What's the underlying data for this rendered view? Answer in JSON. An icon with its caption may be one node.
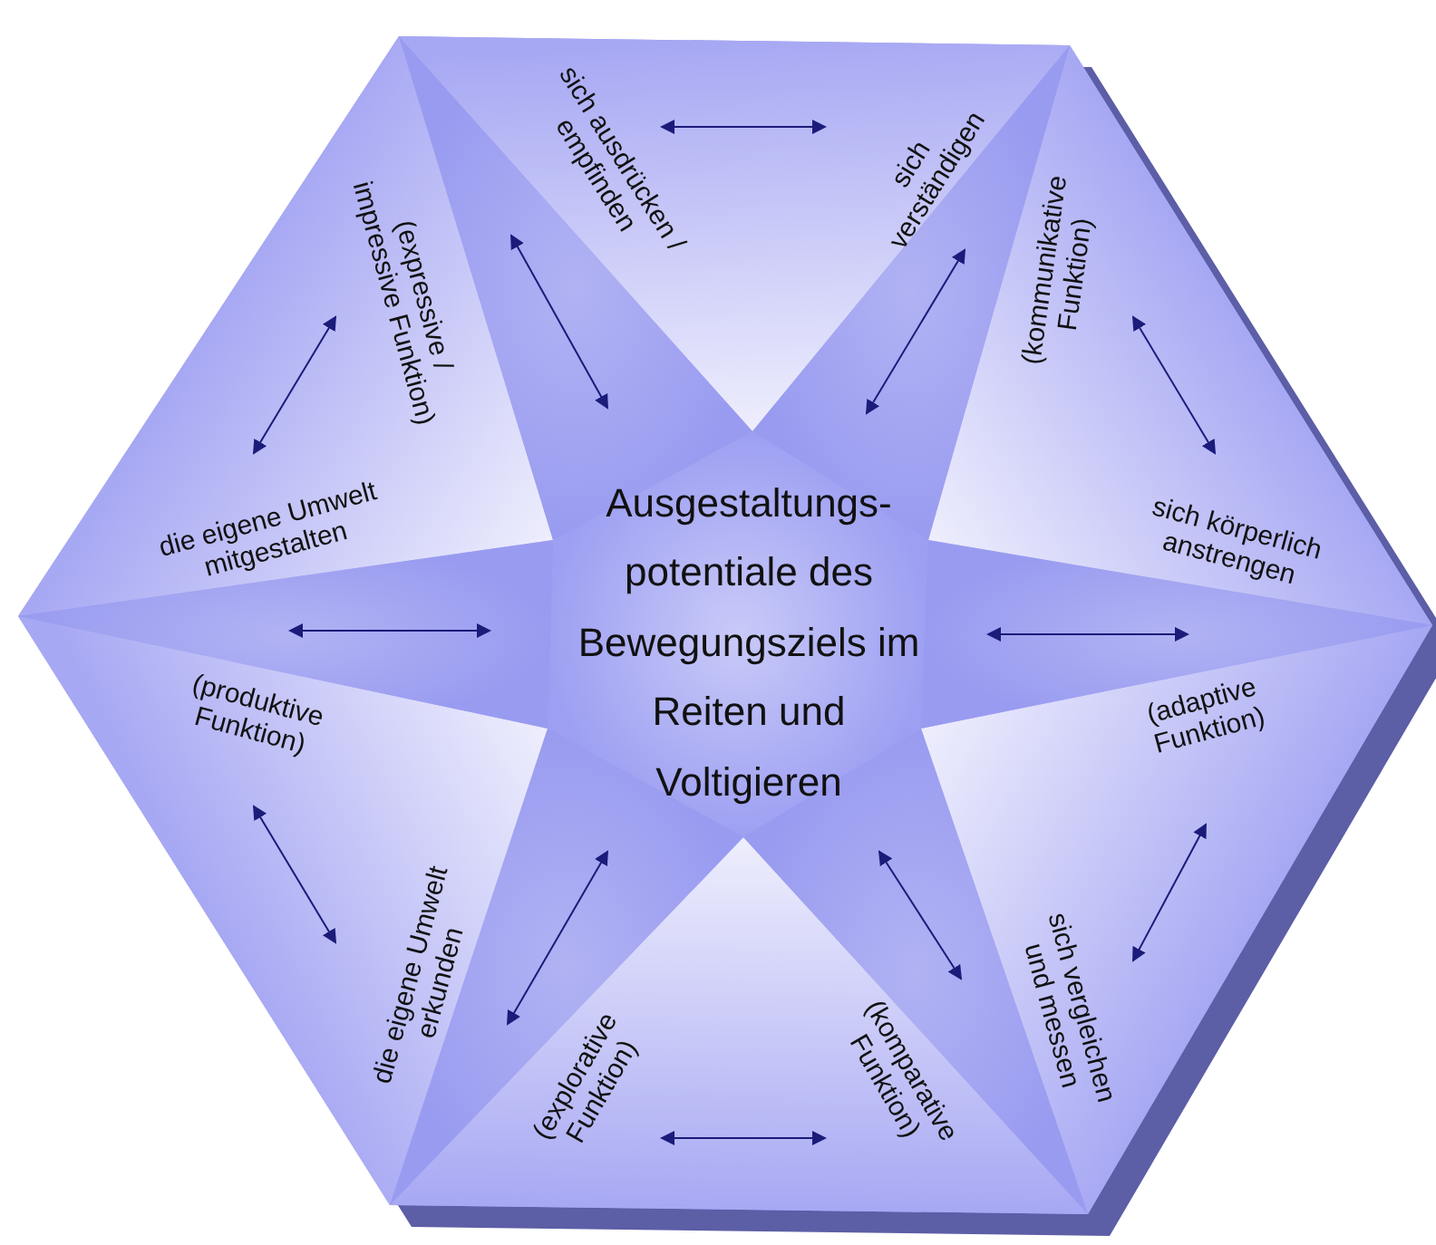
{
  "diagram": {
    "nodes": [
      {
        "text": [
          "Ausgestaltungs-potentiale des Bewegungsziels im Reiten und Voltigieren"
        ]
      },
      {
        "text": [
          "sich ausdrücken / empfinden"
        ]
      },
      {
        "text": [
          "sich verständigen"
        ]
      },
      {
        "text": [
          "(kommunikative Funktion)"
        ]
      },
      {
        "text": [
          "sich körperlich anstrengen"
        ]
      },
      {
        "text": [
          "(adaptive Funktion)"
        ]
      },
      {
        "text": [
          "sich vergleichen und messen"
        ]
      },
      {
        "text": [
          "(komparative Funktion)"
        ]
      },
      {
        "text": [
          "(explorative Funktion)"
        ]
      },
      {
        "text": [
          "die eigene Umwelt erkunden"
        ]
      },
      {
        "text": [
          "(produktive Funktion)"
        ]
      },
      {
        "text": [
          "die eigene Umwelt mitgestalten"
        ]
      },
      {
        "text": [
          "(expressive / impressive Funktion)"
        ]
      }
    ],
    "edges": [
      {
        "from": 1,
        "to": 2,
        "arrow": "both"
      },
      {
        "from": 3,
        "to": 4,
        "arrow": "both"
      },
      {
        "from": 5,
        "to": 6,
        "arrow": "both"
      },
      {
        "from": 7,
        "to": 8,
        "arrow": "both"
      },
      {
        "from": 9,
        "to": 10,
        "arrow": "both"
      },
      {
        "from": 11,
        "to": 12,
        "arrow": "both"
      },
      {
        "from": 0,
        "to": 1,
        "arrow": "both"
      },
      {
        "from": 0,
        "to": 2,
        "arrow": "both"
      },
      {
        "from": 0,
        "to": 5,
        "arrow": "both"
      },
      {
        "from": 0,
        "to": 7,
        "arrow": "both"
      },
      {
        "from": 0,
        "to": 8,
        "arrow": "both"
      },
      {
        "from": 0,
        "to": 10,
        "arrow": "both"
      }
    ]
  }
}
